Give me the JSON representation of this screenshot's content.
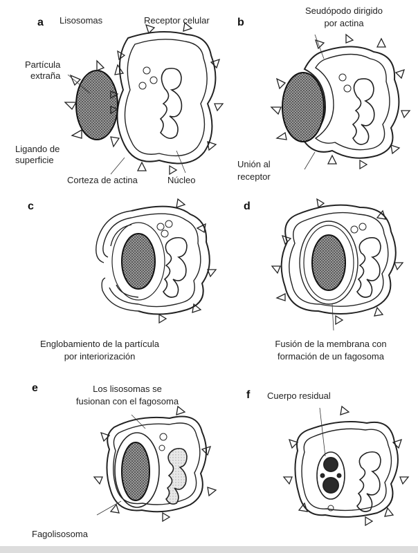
{
  "panels": {
    "a": {
      "letter": "a",
      "lisosomas": "Lisosomas",
      "receptor": "Receptor celular",
      "particula_1": "Partícula",
      "particula_2": "extraña",
      "ligando_1": "Ligando de",
      "ligando_2": "superficie",
      "corteza": "Corteza de actina",
      "nucleo": "Núcleo"
    },
    "b": {
      "letter": "b",
      "seudopodo_1": "Seudópodo dirigido",
      "seudopodo_2": "por actina",
      "union_1": "Unión al",
      "union_2": "receptor"
    },
    "c": {
      "letter": "c",
      "caption_1": "Englobamiento de la partícula",
      "caption_2": "por interiorización"
    },
    "d": {
      "letter": "d",
      "caption_1": "Fusión de la membrana con",
      "caption_2": "formación de un fagosoma"
    },
    "e": {
      "letter": "e",
      "caption_1": "Los lisosomas se",
      "caption_2": "fusionan con el fagosoma",
      "fagolisosoma": "Fagolisosoma"
    },
    "f": {
      "letter": "f",
      "cuerpo": "Cuerpo residual"
    }
  }
}
